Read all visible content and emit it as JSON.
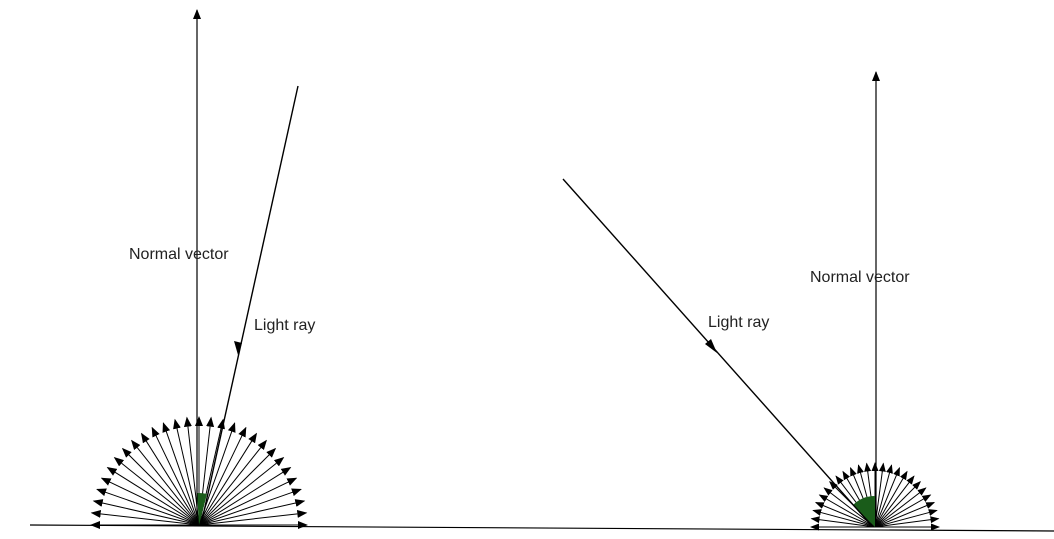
{
  "scenes": [
    {
      "normal_label": "Normal vector",
      "ray_label": "Light ray"
    },
    {
      "normal_label": "Normal vector",
      "ray_label": "Light ray"
    }
  ],
  "colors": {
    "line": "#000000",
    "angle_marker": "#1a5c1a"
  }
}
